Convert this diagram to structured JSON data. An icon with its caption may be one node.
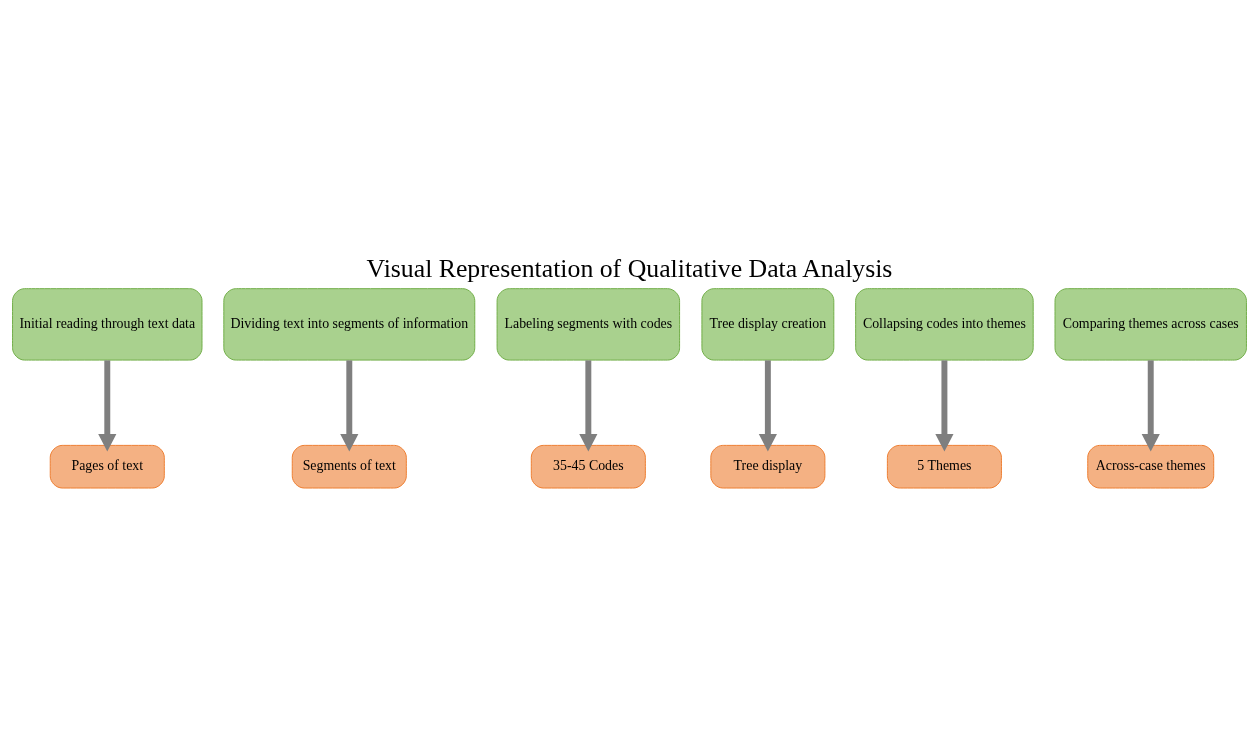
{
  "diagram": {
    "title": "Visual Representation of Qualitative Data Analysis",
    "nodes": [
      {
        "text": [
          "Initial reading through text data"
        ]
      },
      {
        "text": [
          "Dividing text into segments of information"
        ]
      },
      {
        "text": [
          "Labeling segments with codes"
        ]
      },
      {
        "text": [
          "Tree display creation"
        ]
      },
      {
        "text": [
          "Collapsing codes into themes"
        ]
      },
      {
        "text": [
          "Comparing themes across cases"
        ]
      },
      {
        "text": [
          "Pages of text"
        ]
      },
      {
        "text": [
          "Segments of text"
        ]
      },
      {
        "text": [
          "35-45 Codes"
        ]
      },
      {
        "text": [
          "Tree display"
        ]
      },
      {
        "text": [
          "5 Themes"
        ]
      },
      {
        "text": [
          "Across-case themes"
        ]
      }
    ],
    "edges": [
      {
        "from": 0,
        "to": 6,
        "arrow": "to"
      },
      {
        "from": 1,
        "to": 7,
        "arrow": "to"
      },
      {
        "from": 2,
        "to": 8,
        "arrow": "to"
      },
      {
        "from": 3,
        "to": 9,
        "arrow": "to"
      },
      {
        "from": 4,
        "to": 10,
        "arrow": "to"
      },
      {
        "from": 5,
        "to": 11,
        "arrow": "to"
      }
    ]
  }
}
